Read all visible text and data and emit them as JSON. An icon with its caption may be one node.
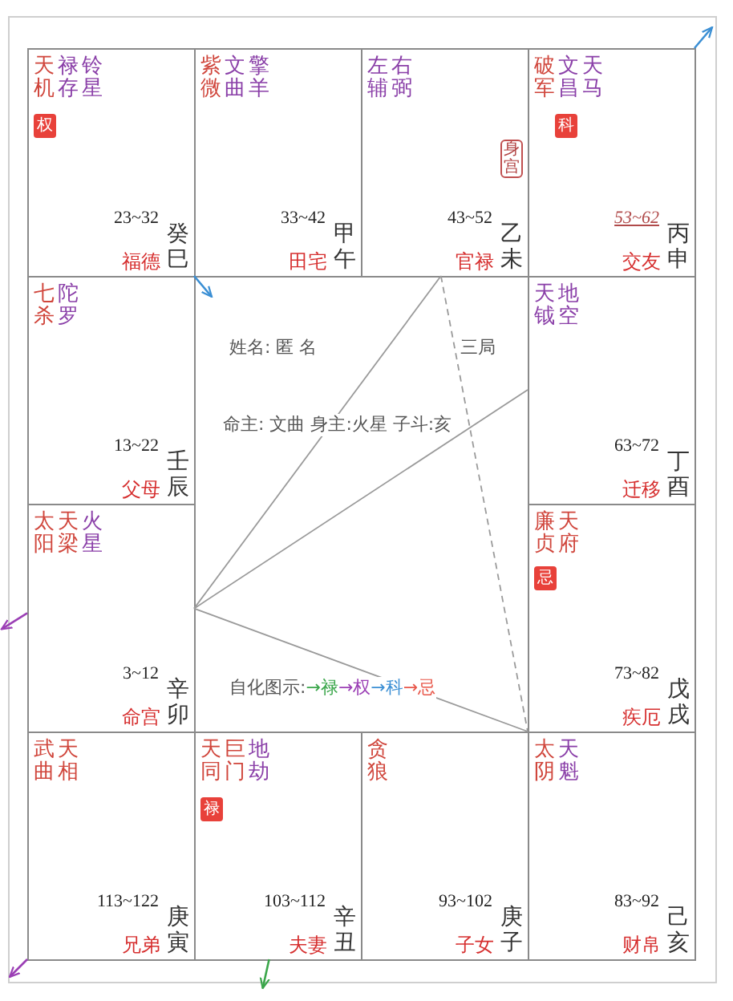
{
  "diagram": {
    "nodes": [
      {
        "text": [
          "天机",
          "禄存",
          "铃星",
          "23~32",
          "福德",
          "癸巳"
        ]
      },
      {
        "text": [
          "权"
        ],
        "in": 0
      },
      {
        "text": [
          "紫微",
          "文曲",
          "擎羊",
          "33~42",
          "田宅",
          "甲午"
        ]
      },
      {
        "text": [
          "左辅",
          "右弼",
          "43~52",
          "官禄",
          "乙未"
        ]
      },
      {
        "text": [
          "身宫"
        ],
        "in": 3
      },
      {
        "text": [
          "破军",
          "文昌",
          "天马",
          "53~62",
          "交友",
          "丙申"
        ]
      },
      {
        "text": [
          "科"
        ],
        "in": 5
      },
      {
        "text": [
          "七杀",
          "陀罗",
          "13~22",
          "父母",
          "壬辰"
        ]
      },
      {
        "text": [
          "天钺",
          "地空",
          "63~72",
          "迁移",
          "丁酉"
        ]
      },
      {
        "text": [
          "太阳",
          "天梁",
          "火星",
          "3~12",
          "命宫",
          "辛卯"
        ]
      },
      {
        "text": [
          "廉贞",
          "天府",
          "73~82",
          "疾厄",
          "戊戌"
        ]
      },
      {
        "text": [
          "忌"
        ],
        "in": 10
      },
      {
        "text": [
          "武曲",
          "天相",
          "113~122",
          "兄弟",
          "庚寅"
        ]
      },
      {
        "text": [
          "天同",
          "巨门",
          "地劫",
          "103~112",
          "夫妻",
          "辛丑"
        ]
      },
      {
        "text": [
          "禄"
        ],
        "in": 13
      },
      {
        "text": [
          "贪狼",
          "93~102",
          "子女",
          "庚子"
        ]
      },
      {
        "text": [
          "太阴",
          "天魁",
          "83~92",
          "财帛",
          "己亥"
        ]
      }
    ],
    "edges": [
      {
        "from": 9,
        "to": 3,
        "arrow": "none"
      },
      {
        "from": 9,
        "to": 8,
        "arrow": "none"
      },
      {
        "from": 9,
        "to": 16,
        "arrow": "none"
      },
      {
        "from": 3,
        "to": 16,
        "arrow": "none",
        "style": "dashed"
      },
      {
        "from": 5,
        "to": null,
        "arrow": "to",
        "color": "#3b8fd4"
      },
      {
        "from": 0,
        "to": null,
        "arrow": "to",
        "color": "#3b8fd4"
      },
      {
        "from": 9,
        "to": null,
        "arrow": "to",
        "color": "#9b3fb5"
      },
      {
        "from": 12,
        "to": null,
        "arrow": "to",
        "color": "#9b3fb5"
      },
      {
        "from": 13,
        "to": null,
        "arrow": "to",
        "color": "#3aa64a"
      }
    ],
    "labels": [
      "姓名: 匿 名",
      "三局",
      "命主: 文曲 身主:火星 子斗:亥",
      "自化图示:",
      "→禄",
      "→权",
      "→科",
      "→忌"
    ]
  }
}
